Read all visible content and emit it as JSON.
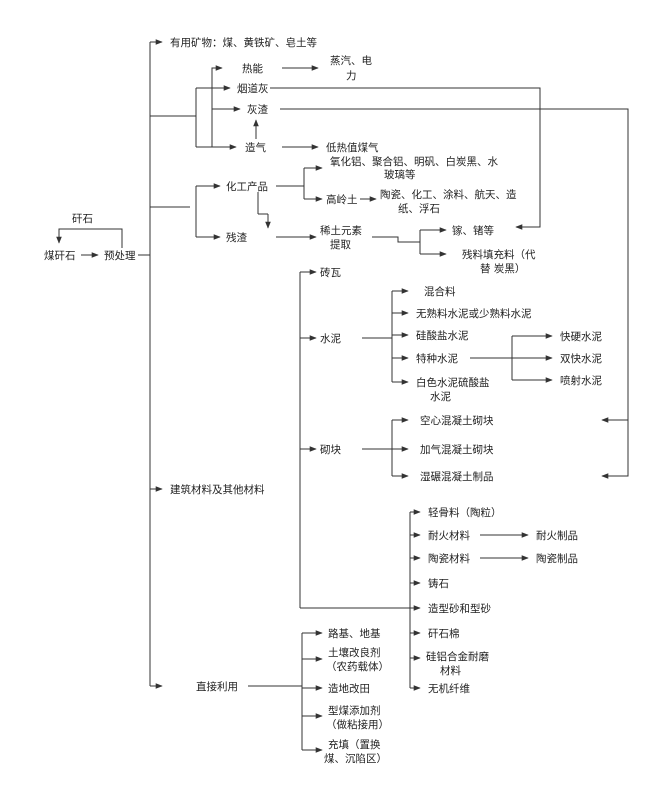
{
  "root": {
    "source": "煤矸石",
    "step": "预处理",
    "loop_label": "矸石"
  },
  "minerals": "有用矿物：煤、黄铁矿、皂土等",
  "thermal": {
    "heat": "热能",
    "heat_products": [
      "蒸汽、电",
      "力"
    ],
    "flue_ash": "烟道灰",
    "slag_ash": "灰渣",
    "gasify": "造气",
    "low_gas": "低热值煤气"
  },
  "chemical": {
    "products": "化工产品",
    "aluminum_salts": [
      "氧化铝、聚合铝、明矾、白炭黑、水",
      "玻璃等"
    ],
    "kaolin": "高岭土",
    "kaolin_uses": [
      "陶瓷、化工、涂料、航天、造",
      "纸、浮石"
    ],
    "residue": "残渣",
    "rare_earth": [
      "稀土元素",
      "提取"
    ],
    "gallium": "镓、锗等",
    "filler": [
      "残料填充料（代",
      "替 炭黑）"
    ]
  },
  "building": {
    "label": "建筑材料及其他材料",
    "brick": "砖瓦",
    "cement": "水泥",
    "cement_types": [
      "混合料",
      "无熟料水泥或少熟料水泥",
      "硅酸盐水泥",
      "特种水泥"
    ],
    "white_cement": [
      "白色水泥硫酸盐",
      "水泥"
    ],
    "special_types": [
      "快硬水泥",
      "双快水泥",
      "喷射水泥"
    ],
    "blocks": "砌块",
    "block_types": [
      "空心混凝土砌块",
      "加气混凝土砌块",
      "湿碾混凝土制品"
    ],
    "others": [
      "轻骨料（陶粒）",
      "耐火材料",
      "陶瓷材料",
      "铸石",
      "造型砂和型砂",
      "矸石棉"
    ],
    "refractory_product": "耐火制品",
    "ceramic_product": "陶瓷制品",
    "sial": [
      "硅铝合金耐磨",
      "材料"
    ],
    "fiber": "无机纤维"
  },
  "direct": {
    "label": "直接利用",
    "uses": [
      "路基、地基"
    ],
    "soil": [
      "土壤改良剂",
      "（农药载体）"
    ],
    "land": "造地改田",
    "briquette": [
      "型煤添加剂",
      "（做粘接用）"
    ],
    "fill": [
      "充填（置换",
      "煤、沉陷区）"
    ]
  }
}
